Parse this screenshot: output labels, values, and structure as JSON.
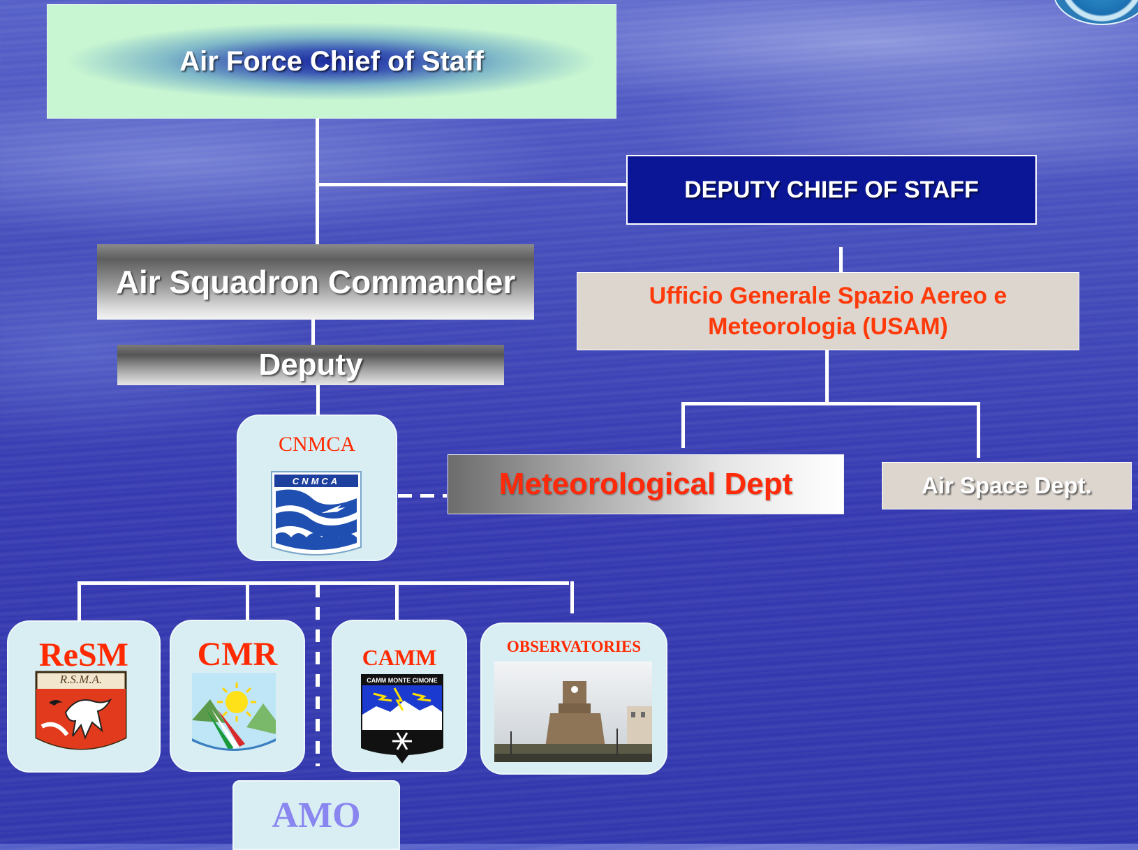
{
  "nodes": {
    "chief": "Air Force Chief of Staff",
    "deputy_chief": "DEPUTY CHIEF OF STAFF",
    "squadron": "Air Squadron Commander",
    "deputy": "Deputy",
    "usam_line1": "Ufficio Generale Spazio Aereo e",
    "usam_line2": "Meteorologia (USAM)",
    "met_dept": "Meteorological Dept",
    "airspace": "Air Space Dept.",
    "amo": "AMO"
  },
  "units": {
    "cnmca": {
      "title": "CNMCA",
      "emblem_text": "CNMCA"
    },
    "resm": {
      "title": "ReSM",
      "emblem_text": "R.S.M.A."
    },
    "cmr": {
      "title": "CMR"
    },
    "camm": {
      "title": "CAMM",
      "emblem_text": "CAMM MONTE CIMONE"
    },
    "obs": {
      "title": "OBSERVATORIES"
    }
  },
  "colors": {
    "background": "#3a40b2",
    "deputy_chief_fill": "#0a1696",
    "accent_text": "#ff2a0a",
    "card_fill": "#d9eef2",
    "amo_text": "#8a86f0"
  },
  "icons": {
    "cnmca": "weather-waves-emblem",
    "resm": "horse-crest-emblem",
    "cmr": "sun-mountain-emblem",
    "camm": "snowflake-lightning-emblem",
    "obs": "tower-photo",
    "corner": "air-force-seal"
  }
}
